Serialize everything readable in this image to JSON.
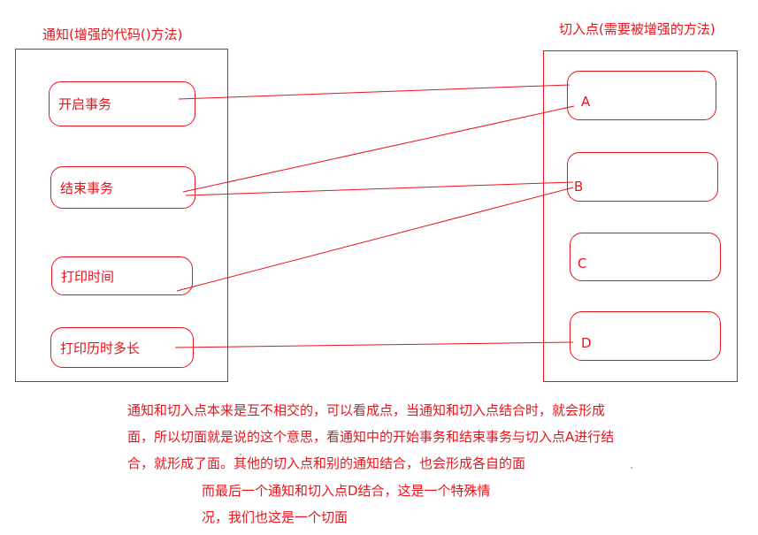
{
  "advice_panel": {
    "title": "通知(增强的代码()方法)",
    "items": [
      "开启事务",
      "结束事务",
      "打印时间",
      "打印历时多长"
    ]
  },
  "pointcut_panel": {
    "title": "切入点(需要被增强的方法)",
    "points": [
      "A",
      "B",
      "C",
      "D"
    ]
  },
  "explanation": {
    "lines": [
      "通知和切入点本来是互不相交的，可以看成点，当通知和切入点结合时，就会形成",
      "面，所以切面就是说的这个意思，看通知中的开始事务和结束事务与切入点A进行结",
      "合，就形成了面。其他的切入点和别的通知结合，也会形成各自的面"
    ],
    "special_lines": [
      "而最后一个通知和切入点D结合，这是一个特殊情",
      "况，我们也这是一个切面"
    ]
  },
  "colors": {
    "ink": "#e8141b"
  }
}
